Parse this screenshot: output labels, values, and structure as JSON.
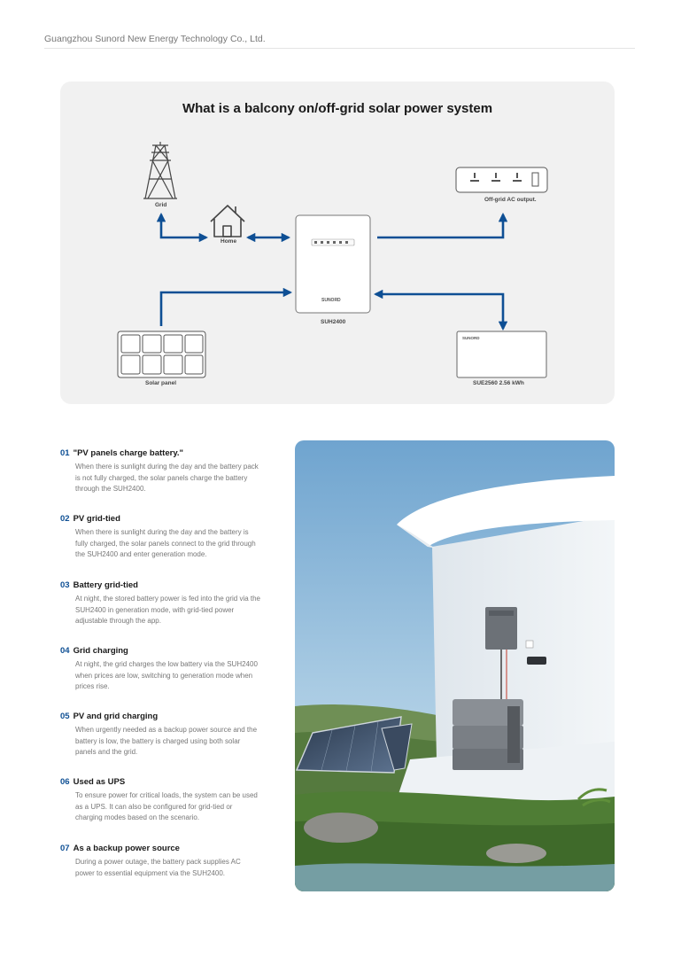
{
  "header": {
    "company": "Guangzhou Sunord New Energy Technology Co., Ltd."
  },
  "diagram": {
    "title": "What is a balcony on/off-grid solar power system",
    "labels": {
      "grid": "Grid",
      "home": "Home",
      "offgrid": "Off-grid AC output.",
      "inverter": "SUH2400",
      "solar": "Solar panel",
      "battery": "SUE2560 2.56 kWh",
      "inverter_brand": "SUNORD",
      "battery_brand": "SUNORD"
    },
    "colors": {
      "arrow": "#0e4f94",
      "panel_bg": "#f1f1f1"
    }
  },
  "features": [
    {
      "num": "01",
      "title": "\"PV panels charge battery.\"",
      "body": "When there is sunlight during the day and the battery pack is not fully charged, the solar panels charge the battery through the SUH2400."
    },
    {
      "num": "02",
      "title": "PV grid-tied",
      "body": "When there is sunlight during the day and the battery is fully charged, the solar panels connect to the grid through the SUH2400 and enter generation mode."
    },
    {
      "num": "03",
      "title": "Battery grid-tied",
      "body": "At night, the stored battery power is fed into the grid via the SUH2400 in generation mode, with grid-tied power adjustable through the app."
    },
    {
      "num": "04",
      "title": "Grid charging",
      "body": "At night, the grid charges the low battery via the SUH2400 when prices are low, switching to generation mode when prices rise."
    },
    {
      "num": "05",
      "title": "PV and grid charging",
      "body": "When urgently needed as a backup power source and the battery is low, the battery is charged using both solar panels and the grid."
    },
    {
      "num": "06",
      "title": "Used as UPS",
      "body": "To ensure power for critical loads, the system can be used as a UPS. It can also be configured for grid-tied or charging modes based on the scenario."
    },
    {
      "num": "07",
      "title": "As a backup power source",
      "body": "During a power outage, the battery pack supplies AC power to essential equipment via the SUH2400."
    }
  ]
}
